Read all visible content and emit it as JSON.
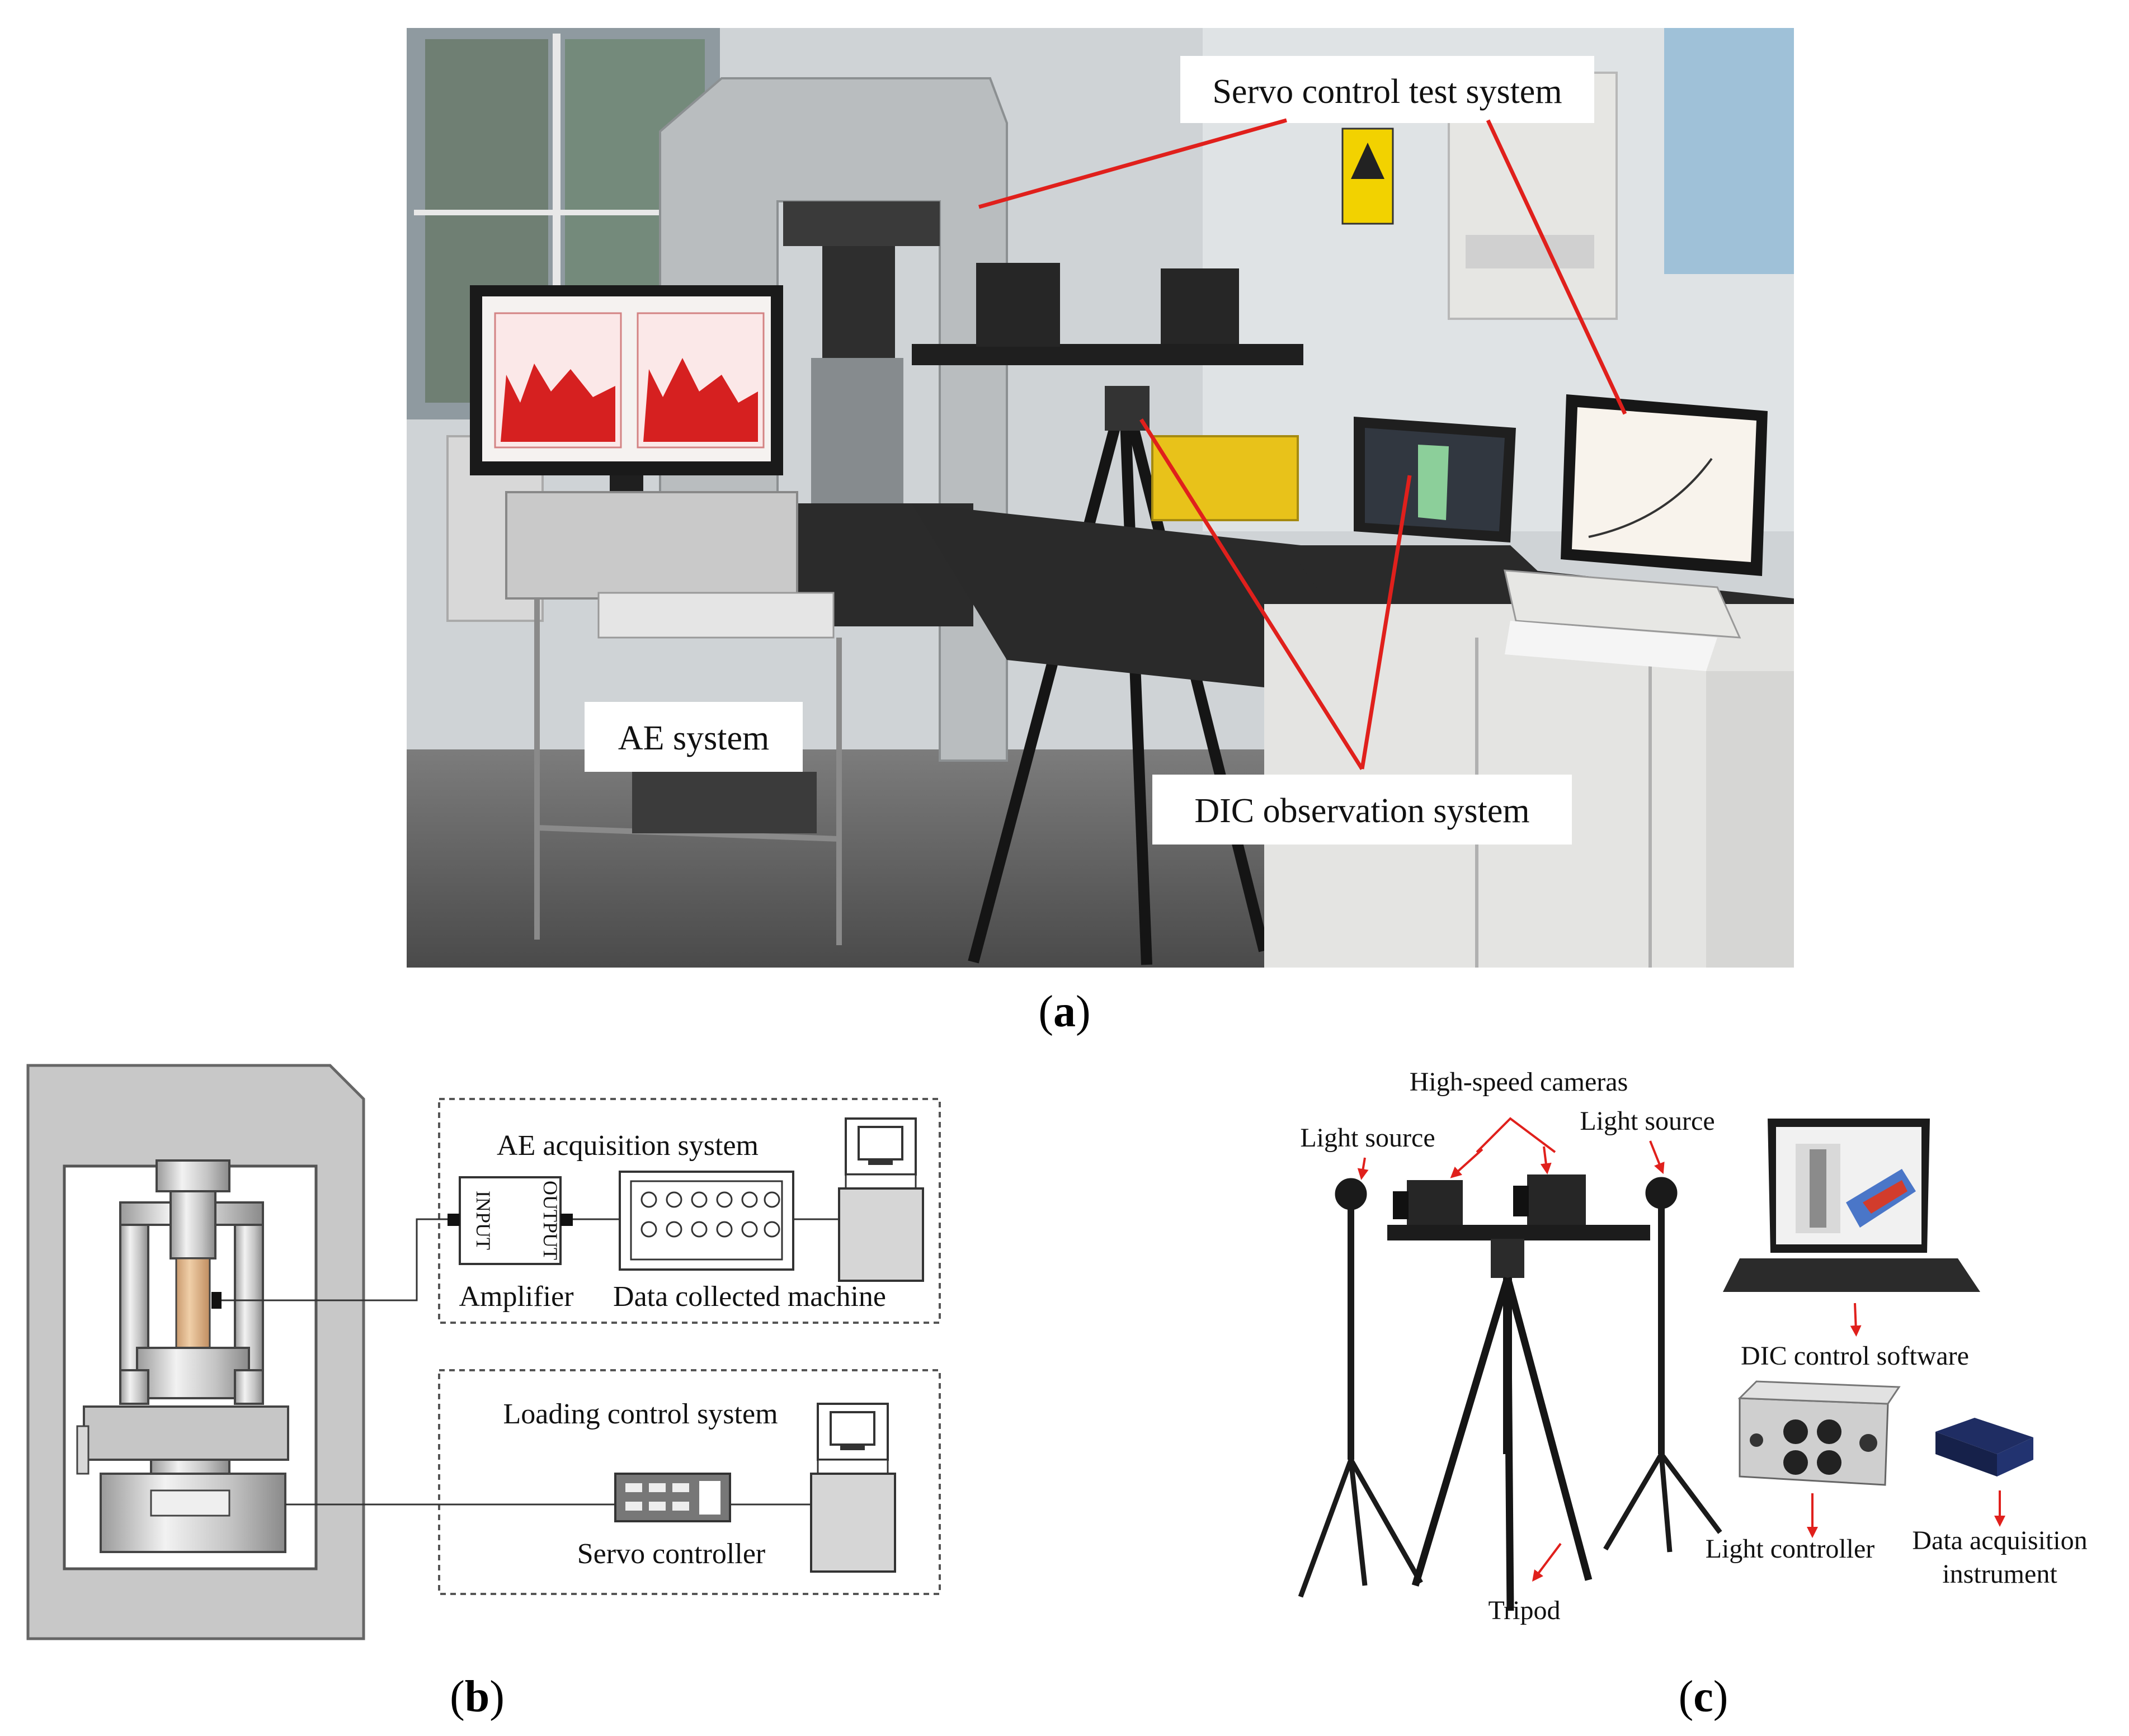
{
  "panel_a": {
    "caption_open": "(",
    "caption_letter": "a",
    "caption_close": ")",
    "labels": {
      "servo": "Servo control test system",
      "ae": "AE system",
      "dic": "DIC observation system"
    },
    "colors": {
      "pointer": "#e0201c"
    }
  },
  "panel_b": {
    "caption_open": "(",
    "caption_letter": "b",
    "caption_close": ")",
    "ae_acquisition": "AE acquisition system",
    "input": "INPUT",
    "output": "OUTPUT",
    "amplifier": "Amplifier",
    "data_machine": "Data collected machine",
    "loading_control": "Loading control system",
    "servo_controller": "Servo controller",
    "colors": {
      "specimen": "#e2b58a",
      "frame": "#c8c8c8"
    }
  },
  "panel_c": {
    "caption_open": "(",
    "caption_letter": "c",
    "caption_close": ")",
    "high_speed": "High-speed cameras",
    "light_source_left": "Light source",
    "light_source_right": "Light source",
    "dic_software": "DIC control software",
    "light_controller": "Light controller",
    "daq_line1": "Data acquisition",
    "daq_line2": "instrument",
    "tripod": "Tripod",
    "colors": {
      "arrow": "#e0201c"
    }
  }
}
